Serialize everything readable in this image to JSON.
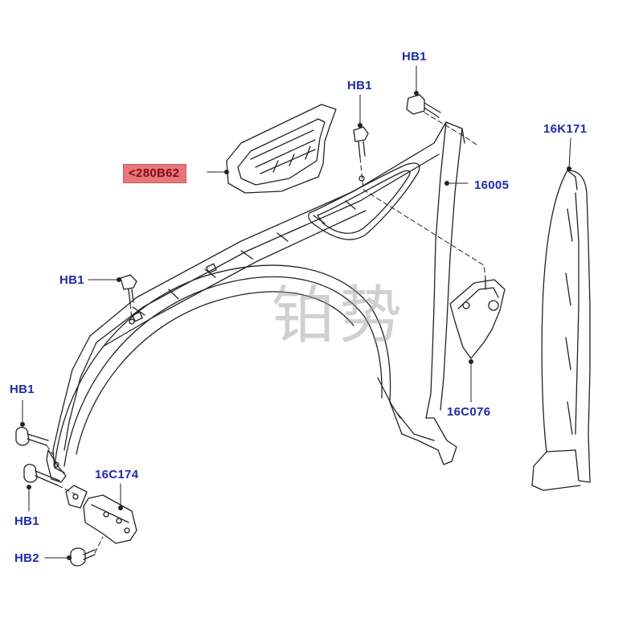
{
  "callouts": {
    "hb1_top_right": "HB1",
    "hb1_top": "HB1",
    "part_280b62": "<280B62",
    "part_16005": "16005",
    "part_16k171": "16K171",
    "hb1_mid_left": "HB1",
    "hb1_left": "HB1",
    "part_16c174": "16C174",
    "hb1_bottom_left": "HB1",
    "hb2_bottom": "HB2",
    "part_16c076": "16C076"
  },
  "watermark": "铂势",
  "colors": {
    "label_text": "#1f2aa8",
    "highlight_fill": "#e8767a",
    "highlight_text": "#7a0f18",
    "line_art": "#222222"
  }
}
